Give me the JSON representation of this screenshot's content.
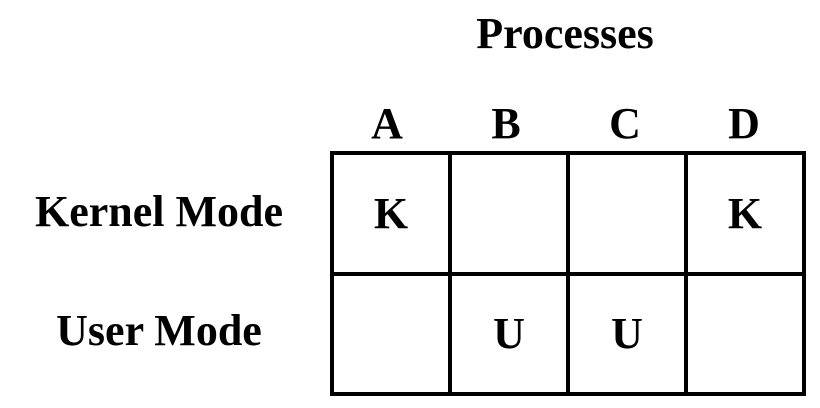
{
  "title": "Processes",
  "columns": [
    "A",
    "B",
    "C",
    "D"
  ],
  "rows": [
    {
      "label": "Kernel Mode",
      "cells": [
        "K",
        "",
        "",
        "K"
      ]
    },
    {
      "label": "User Mode",
      "cells": [
        "",
        "U",
        "U",
        ""
      ]
    }
  ]
}
